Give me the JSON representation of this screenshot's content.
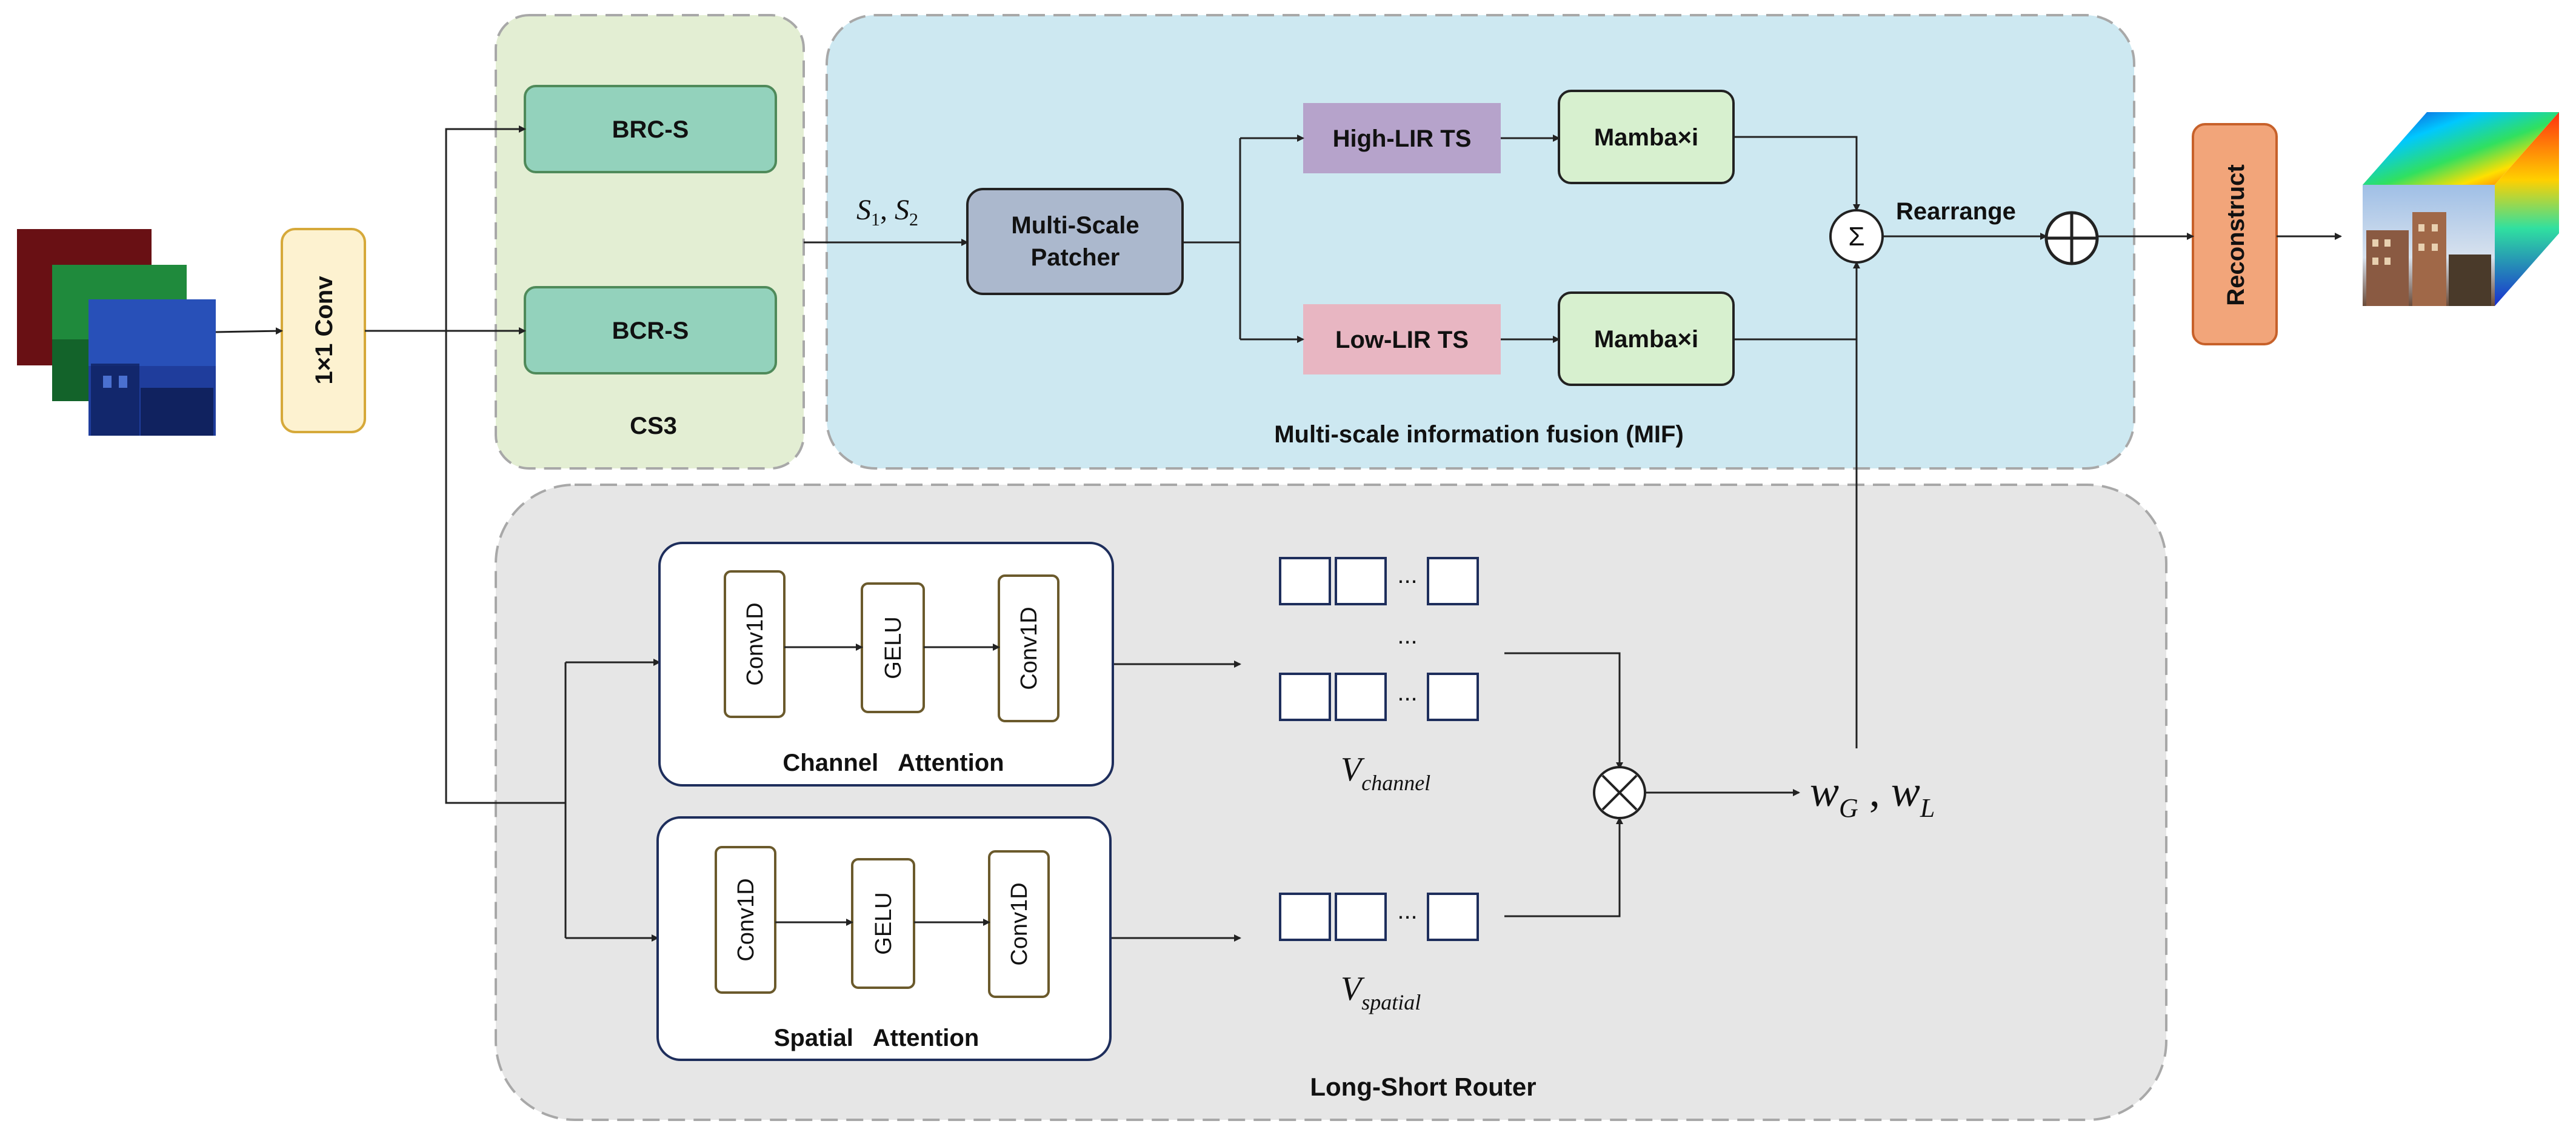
{
  "groups": {
    "cs3": {
      "label": "CS3",
      "fill": "#e3eed3"
    },
    "mif": {
      "label": "Multi-scale information fusion (MIF)",
      "fill": "#cde8f1"
    },
    "router": {
      "label": "Long-Short   Router",
      "fill": "#e6e6e6"
    }
  },
  "blocks": {
    "conv": "1×1 Conv",
    "brc": "BRC-S",
    "bcr": "BCR-S",
    "patcher": [
      "Multi-Scale",
      "Patcher"
    ],
    "high_ts": "High-LIR TS",
    "low_ts": "Low-LIR TS",
    "mamba_top": "Mamba×i",
    "mamba_bottom": "Mamba×i",
    "reconstruct": "Reconstruct"
  },
  "labels": {
    "rearrange": "Rearrange",
    "sum_symbol": "Σ",
    "s_inputs": {
      "s1": "S",
      "sub1": "1",
      "sep": ", ",
      "s2": "S",
      "sub2": "2"
    },
    "w_outputs": {
      "w1": "w",
      "sub1": "G",
      "sep": " , ",
      "w2": "w",
      "sub2": "L"
    },
    "v_channel": {
      "v": "V",
      "sub": "channel"
    },
    "v_spatial": {
      "v": "V",
      "sub": "spatial"
    },
    "dots": "..."
  },
  "attention": {
    "channel": {
      "title": "Channel   Attention",
      "conv_a": "Conv1D",
      "gelu": "GELU",
      "conv_b": "Conv1D"
    },
    "spatial": {
      "title": "Spatial   Attention",
      "conv_a": "Conv1D",
      "gelu": "GELU",
      "conv_b": "Conv1D"
    }
  },
  "colors": {
    "conv_fill": "#fdf2d0",
    "conv_stroke": "#d6a93a",
    "brc_fill": "#93d2bc",
    "brc_stroke": "#4f8a5a",
    "patcher_fill": "#abb8cd",
    "high_ts_fill": "#b6a3cb",
    "low_ts_fill": "#e8b6c2",
    "mamba_fill": "#d7f0cf",
    "reconstruct_fill": "#f2a57a",
    "reconstruct_stroke": "#c7612a",
    "attn_stroke": "#1e2e5c",
    "conv1d_stroke": "#6b5a2c",
    "token_stroke": "#1e2e5c"
  }
}
